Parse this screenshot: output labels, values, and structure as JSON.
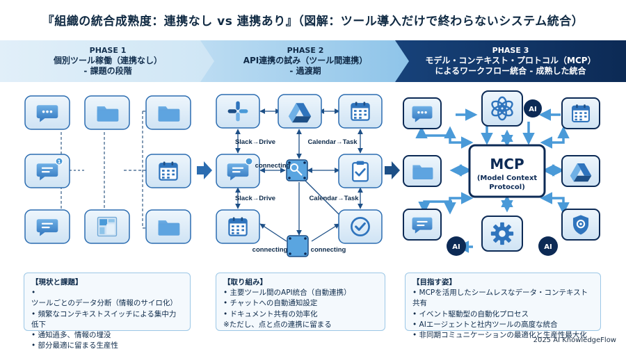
{
  "title": "『組織の統合成熟度：連携なし vs 連携あり』（図解：ツール導入だけで終わらないシステム統合）",
  "phases": [
    {
      "number": "PHASE 1",
      "line1": "個別ツール稼働（連携なし）",
      "line2": "- 課題の段階"
    },
    {
      "number": "PHASE 2",
      "line1": "API連携の試み（ツール間連携）",
      "line2": "- 過渡期"
    },
    {
      "number": "PHASE 3",
      "line1": "モデル・コンテキスト・プロトコル（MCP）",
      "line2": "によるワークフロー統合 - 成熟した統合"
    }
  ],
  "phase2_labels": {
    "slack_drive_1": "Slack→Drive",
    "calendar_task_1": "Calendar→Task",
    "connecting_1": "connecting",
    "slack_drive_2": "Slack→Drive",
    "calendar_task_2": "Calendar→Task",
    "connecting_2": "connecting",
    "connecting_3": "connecting"
  },
  "mcp": {
    "title": "MCP",
    "sub1": "(Model Context",
    "sub2": "Protocol)",
    "ai_badge": "AI"
  },
  "notes": [
    {
      "heading": "【現状と課題】",
      "items": [
        "ツールごとのデータ分断（情報のサイロ化）",
        "頻繁なコンテキストスイッチによる集中力低下",
        "通知過多、情報の埋没",
        "部分最適に留まる生産性"
      ]
    },
    {
      "heading": "【取り組み】",
      "items": [
        "主要ツール間のAPI統合（自動連携）",
        "チャットへの自動通知設定",
        "ドキュメント共有の効率化"
      ],
      "footnote": "※ただし、点と点の連携に留まる"
    },
    {
      "heading": "【目指す姿】",
      "items": [
        "MCPを活用したシームレスなデータ・コンテキスト共有",
        "イベント駆動型の自動化プロセス",
        "AIエージェントと社内ツールの高度な統合",
        "非同期コミュニケーションの最適化と生産性最大化"
      ]
    }
  ],
  "credit": "2025 AI KnowledgeFlow",
  "colors": {
    "tile_fill": "#dbeaf7",
    "tile_stroke": "#2b6cb0",
    "dark_navy": "#0c2a55",
    "accent": "#2f80c9"
  }
}
